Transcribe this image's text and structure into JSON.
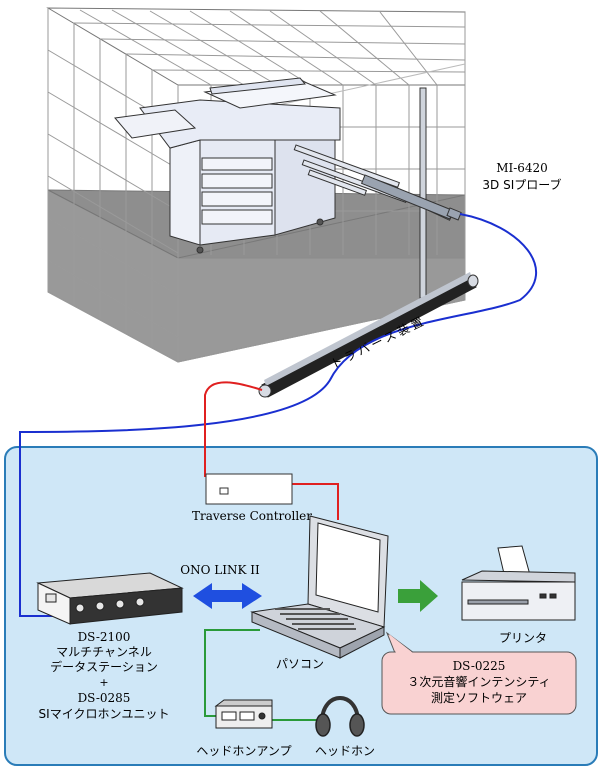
{
  "probe": {
    "model": "MI-6420",
    "name": "3D SIプローブ"
  },
  "traverse": {
    "label": "トラバース装置"
  },
  "controller": {
    "label": "Traverse Controller"
  },
  "link": {
    "label": "ONO LINK II"
  },
  "datastation": {
    "model": "DS-2100",
    "line1": "マルチチャンネル",
    "line2": "データステーション",
    "plus": "+",
    "unit_model": "DS-0285",
    "unit_name": "SIマイクロホンユニット"
  },
  "pc": {
    "label": "パソコン"
  },
  "printer": {
    "label": "プリンタ"
  },
  "software": {
    "model": "DS-0225",
    "line1": "３次元音響インテンシティ",
    "line2": "測定ソフトウェア"
  },
  "headphone_amp": {
    "label": "ヘッドホンアンプ"
  },
  "headphones": {
    "label": "ヘッドホン"
  },
  "colors": {
    "panel_bg": "#cfe7f7",
    "panel_border": "#2a7cb8",
    "callout_bg": "#f9d2d2",
    "blue_cable": "#1a2fd0",
    "red_cable": "#e02020",
    "green_cable": "#2a9a3a",
    "arrow_blue": "#1f4fe0",
    "arrow_green": "#3aa03a"
  }
}
